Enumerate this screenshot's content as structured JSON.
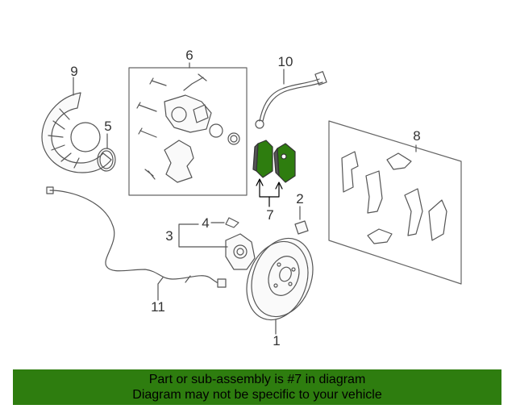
{
  "diagram": {
    "callouts": {
      "c1": "1",
      "c2": "2",
      "c3": "3",
      "c4": "4",
      "c5": "5",
      "c6": "6",
      "c7": "7",
      "c8": "8",
      "c9": "9",
      "c10": "10",
      "c11": "11"
    },
    "highlight_color": "#2e7d0f",
    "line_color": "#555555"
  },
  "banner": {
    "line1": "Part or sub-assembly is #7 in diagram",
    "line2": "Diagram may not be specific to your vehicle",
    "background": "#2e7d0f"
  }
}
